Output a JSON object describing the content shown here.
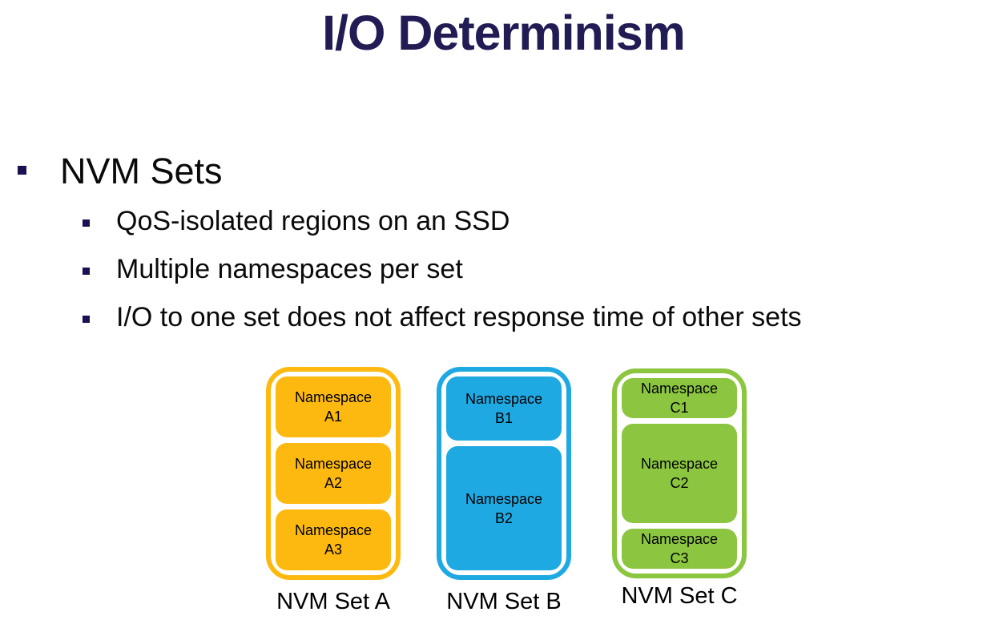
{
  "title": "I/O Determinism",
  "colors": {
    "title_navy": "#211C54",
    "bullet_navy": "#191150",
    "body_text": "#0A0A0A",
    "set_a_orange": "#FDB90F",
    "set_b_blue": "#1FA9E2",
    "set_c_green": "#8CC640"
  },
  "bullets": {
    "level1": "NVM Sets",
    "level2": [
      "QoS-isolated regions on an SSD",
      "Multiple namespaces per set",
      "I/O to one set does not affect response time of other sets"
    ]
  },
  "diagram": {
    "sets": [
      {
        "label": "NVM Set A",
        "color": "#FDB90F",
        "namespaces": [
          {
            "name": "Namespace",
            "id": "A1"
          },
          {
            "name": "Namespace",
            "id": "A2"
          },
          {
            "name": "Namespace",
            "id": "A3"
          }
        ]
      },
      {
        "label": "NVM Set B",
        "color": "#1FA9E2",
        "namespaces": [
          {
            "name": "Namespace",
            "id": "B1"
          },
          {
            "name": "Namespace",
            "id": "B2"
          }
        ]
      },
      {
        "label": "NVM Set C",
        "color": "#8CC640",
        "namespaces": [
          {
            "name": "Namespace",
            "id": "C1"
          },
          {
            "name": "Namespace",
            "id": "C2"
          },
          {
            "name": "Namespace",
            "id": "C3"
          }
        ]
      }
    ]
  }
}
